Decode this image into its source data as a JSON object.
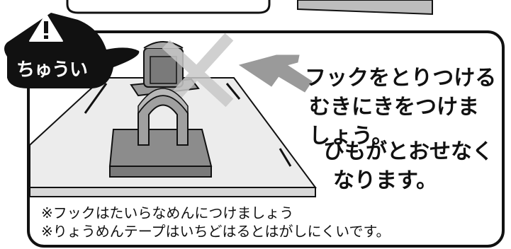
{
  "caution_badge": {
    "label": "ちゅうい",
    "icon": "warning-exclamation-icon",
    "color": "#111111"
  },
  "instruction": {
    "lines": [
      "フックをとりつける",
      "むきにきをつけま",
      "しょう。"
    ],
    "result_lines": [
      "ひもがとおせなく",
      "なります。"
    ]
  },
  "notes": [
    "※フックはたいらなめんにつけましょう",
    "※りょうめんテープはいちどはるとはがしにくいです。"
  ],
  "colors": {
    "cross_mark": "#c8c8c8",
    "arrow": "#9a9a9a",
    "surface": "#e8e8e8",
    "hook": "#8c8c8c"
  }
}
